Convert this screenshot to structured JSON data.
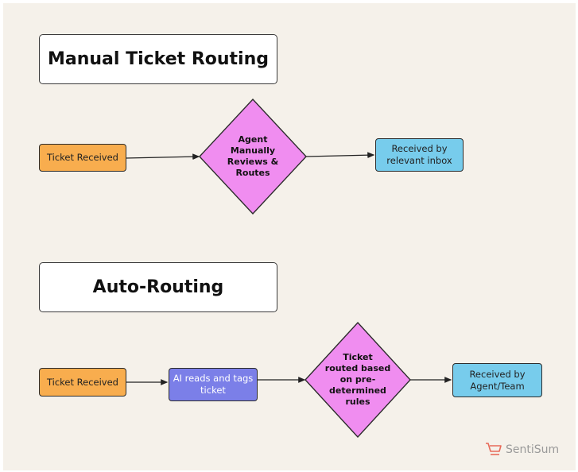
{
  "sections": {
    "manual": {
      "title": "Manual Ticket Routing",
      "start": "Ticket Received",
      "decision": "Agent\nManually\nReviews &\nRoutes",
      "end": "Received by\nrelevant inbox"
    },
    "auto": {
      "title": "Auto-Routing",
      "start": "Ticket Received",
      "process": "AI reads and tags\nticket",
      "decision": "Ticket\nrouted based\non pre-\ndetermined\nrules",
      "end": "Received by\nAgent/Team"
    }
  },
  "brand": {
    "name": "SentiSum",
    "logo_icon": "cart-icon"
  },
  "colors": {
    "background": "#f5f1ea",
    "start_node": "#f8ad4e",
    "end_node": "#77ccec",
    "process_node": "#7b7fe8",
    "decision_node": "#f08df0",
    "logo": "#e86b5a"
  }
}
